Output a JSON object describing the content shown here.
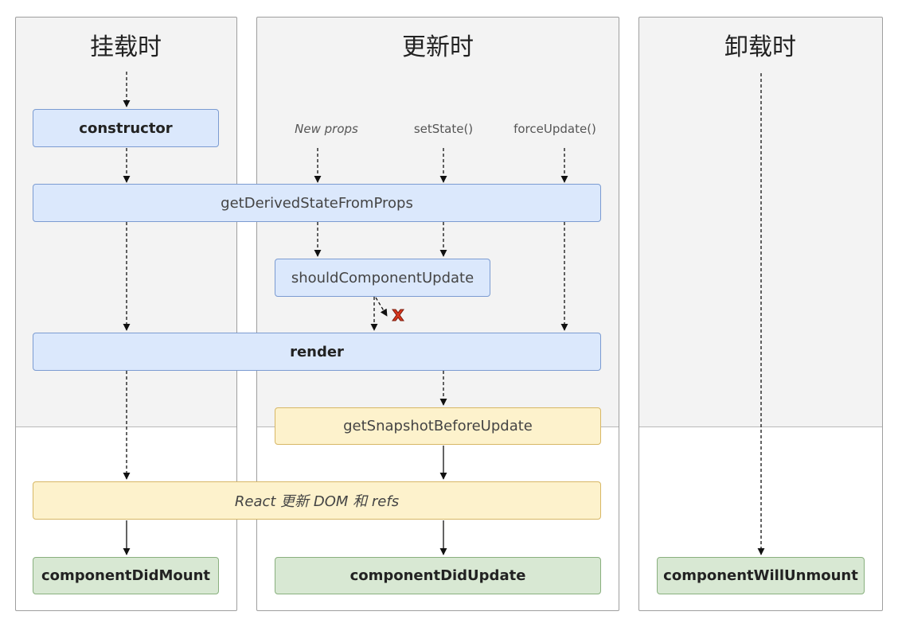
{
  "phases": {
    "mount": "挂载时",
    "update": "更新时",
    "unmount": "卸载时"
  },
  "triggers": {
    "new_props": "New props",
    "set_state": "setState()",
    "force_update": "forceUpdate()"
  },
  "methods": {
    "constructor": "constructor",
    "get_derived_state": "getDerivedStateFromProps",
    "should_update": "shouldComponentUpdate",
    "render": "render",
    "snapshot": "getSnapshotBeforeUpdate",
    "react_updates_dom": "React 更新 DOM 和 refs",
    "did_mount": "componentDidMount",
    "did_update": "componentDidUpdate",
    "will_unmount": "componentWillUnmount"
  },
  "colors": {
    "render_phase": "#dbe8fc",
    "pre_commit_phase": "#fdf2cc",
    "commit_phase": "#d8e8d3",
    "cancel_mark": "#d9371e"
  }
}
